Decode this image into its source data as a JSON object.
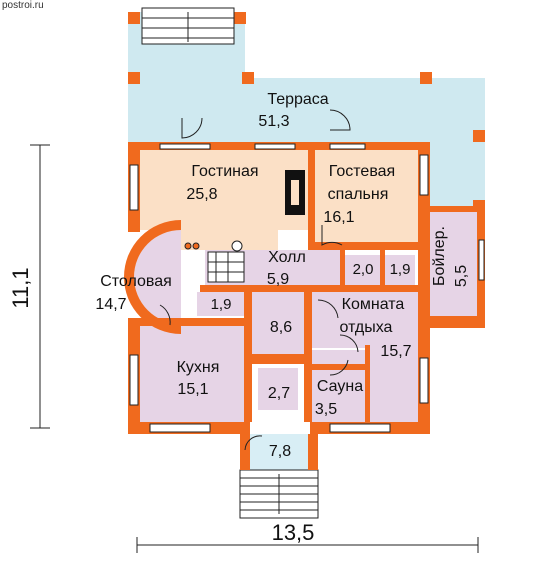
{
  "site": {
    "label": "postroi.ru"
  },
  "colors": {
    "wall": "#f06a1e",
    "terrace": "#cfe9f0",
    "living": "#fbe0c6",
    "room": "#e6d4e6",
    "blue_room": "#d8eef5",
    "line": "#222222"
  },
  "rooms": {
    "terrace": {
      "name": "Терраса",
      "area": "51,3"
    },
    "living": {
      "name": "Гостиная",
      "area": "25,8"
    },
    "guest1": {
      "name": "Гостевая"
    },
    "guest2": {
      "name": "спальня",
      "area": "16,1"
    },
    "dining": {
      "name": "Столовая",
      "area": "14,7"
    },
    "hall": {
      "name": "Холл",
      "area": "5,9"
    },
    "closet_a": {
      "area": "2,0"
    },
    "closet_b": {
      "area": "1,9"
    },
    "boiler": {
      "name": "Бойлер.",
      "area": "5,5"
    },
    "small_left": {
      "area": "1,9"
    },
    "corridor": {
      "area": "8,6"
    },
    "rest1": {
      "name": "Комната"
    },
    "rest2": {
      "name": "отдыха",
      "area": "15,7"
    },
    "kitchen": {
      "name": "Кухня",
      "area": "15,1"
    },
    "wc": {
      "area": "2,7"
    },
    "sauna": {
      "name": "Сауна",
      "area": "3,5"
    },
    "porch": {
      "area": "7,8"
    }
  },
  "dimensions": {
    "width": "13,5",
    "height": "11,1"
  }
}
